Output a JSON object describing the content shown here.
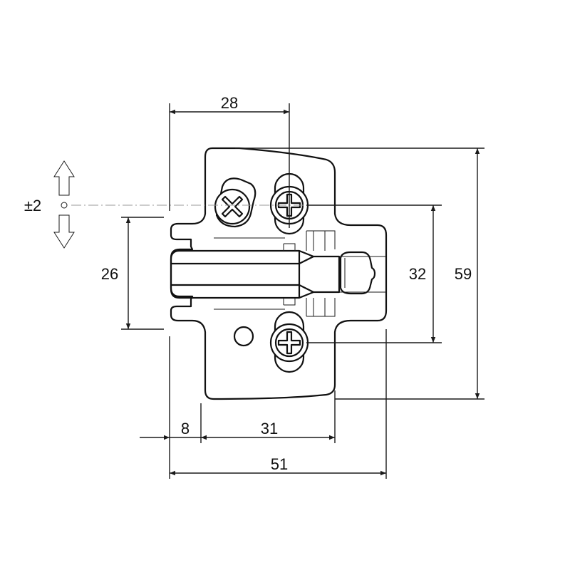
{
  "drawing": {
    "dimensions": {
      "top_width": "28",
      "total_height": "59",
      "screw_spacing": "32",
      "slot_height": "26",
      "left_offset": "8",
      "bottom_span": "31",
      "total_width": "51"
    },
    "adjustment": {
      "label": "±2"
    }
  }
}
